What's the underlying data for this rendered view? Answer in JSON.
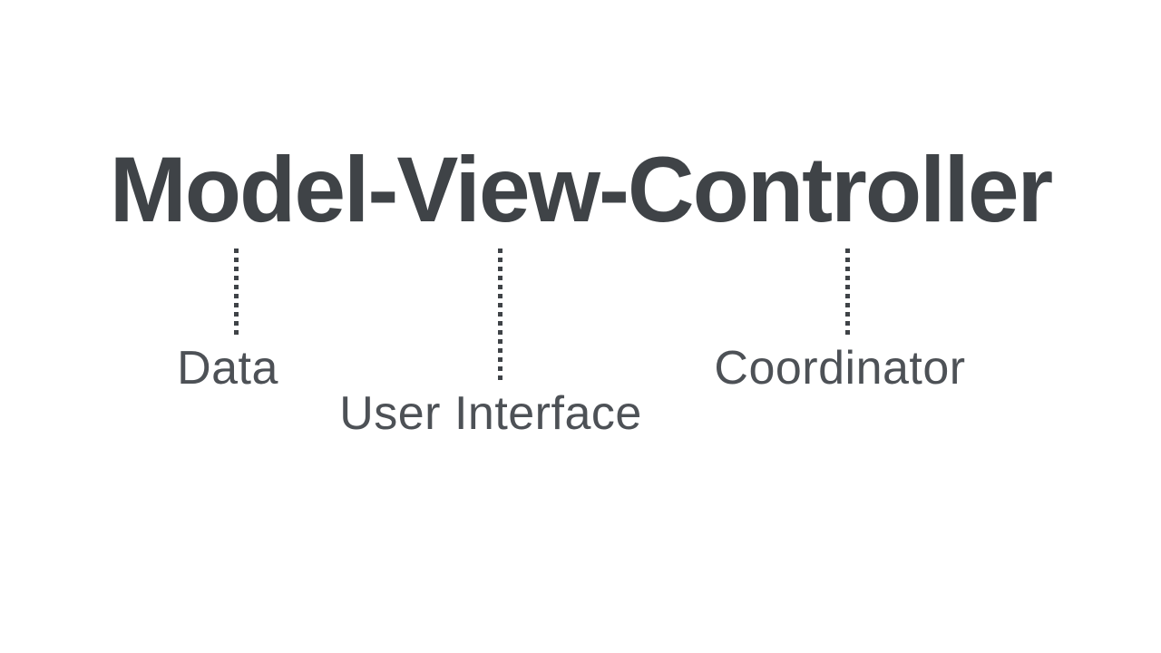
{
  "slide": {
    "title": "Model-View-Controller",
    "colors": {
      "background": "#ffffff",
      "title_ink": "#3f4347",
      "label_ink": "#4d5156",
      "connector_ink": "#3f4347"
    },
    "parts": [
      {
        "term": "Model",
        "label": "Data"
      },
      {
        "term": "View",
        "label": "User Interface"
      },
      {
        "term": "Controller",
        "label": "Coordinator"
      }
    ]
  }
}
